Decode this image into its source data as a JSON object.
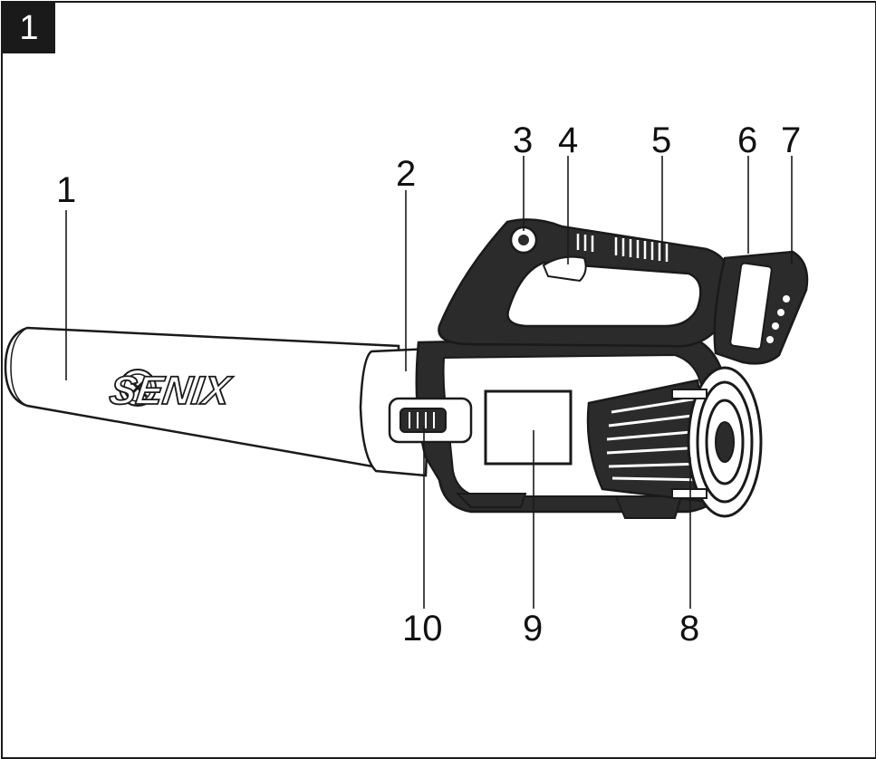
{
  "figure": {
    "number": "1"
  },
  "brand": {
    "logo_text": "SENIX"
  },
  "callouts": [
    {
      "id": "1",
      "label": "1"
    },
    {
      "id": "2",
      "label": "2"
    },
    {
      "id": "3",
      "label": "3"
    },
    {
      "id": "4",
      "label": "4"
    },
    {
      "id": "5",
      "label": "5"
    },
    {
      "id": "6",
      "label": "6"
    },
    {
      "id": "7",
      "label": "7"
    },
    {
      "id": "8",
      "label": "8"
    },
    {
      "id": "9",
      "label": "9"
    },
    {
      "id": "10",
      "label": "10"
    }
  ],
  "colors": {
    "line": "#1a1a1a",
    "body_dark": "#2b2b2b",
    "body_mid": "#4a4a4a",
    "tube": "#ffffff"
  }
}
